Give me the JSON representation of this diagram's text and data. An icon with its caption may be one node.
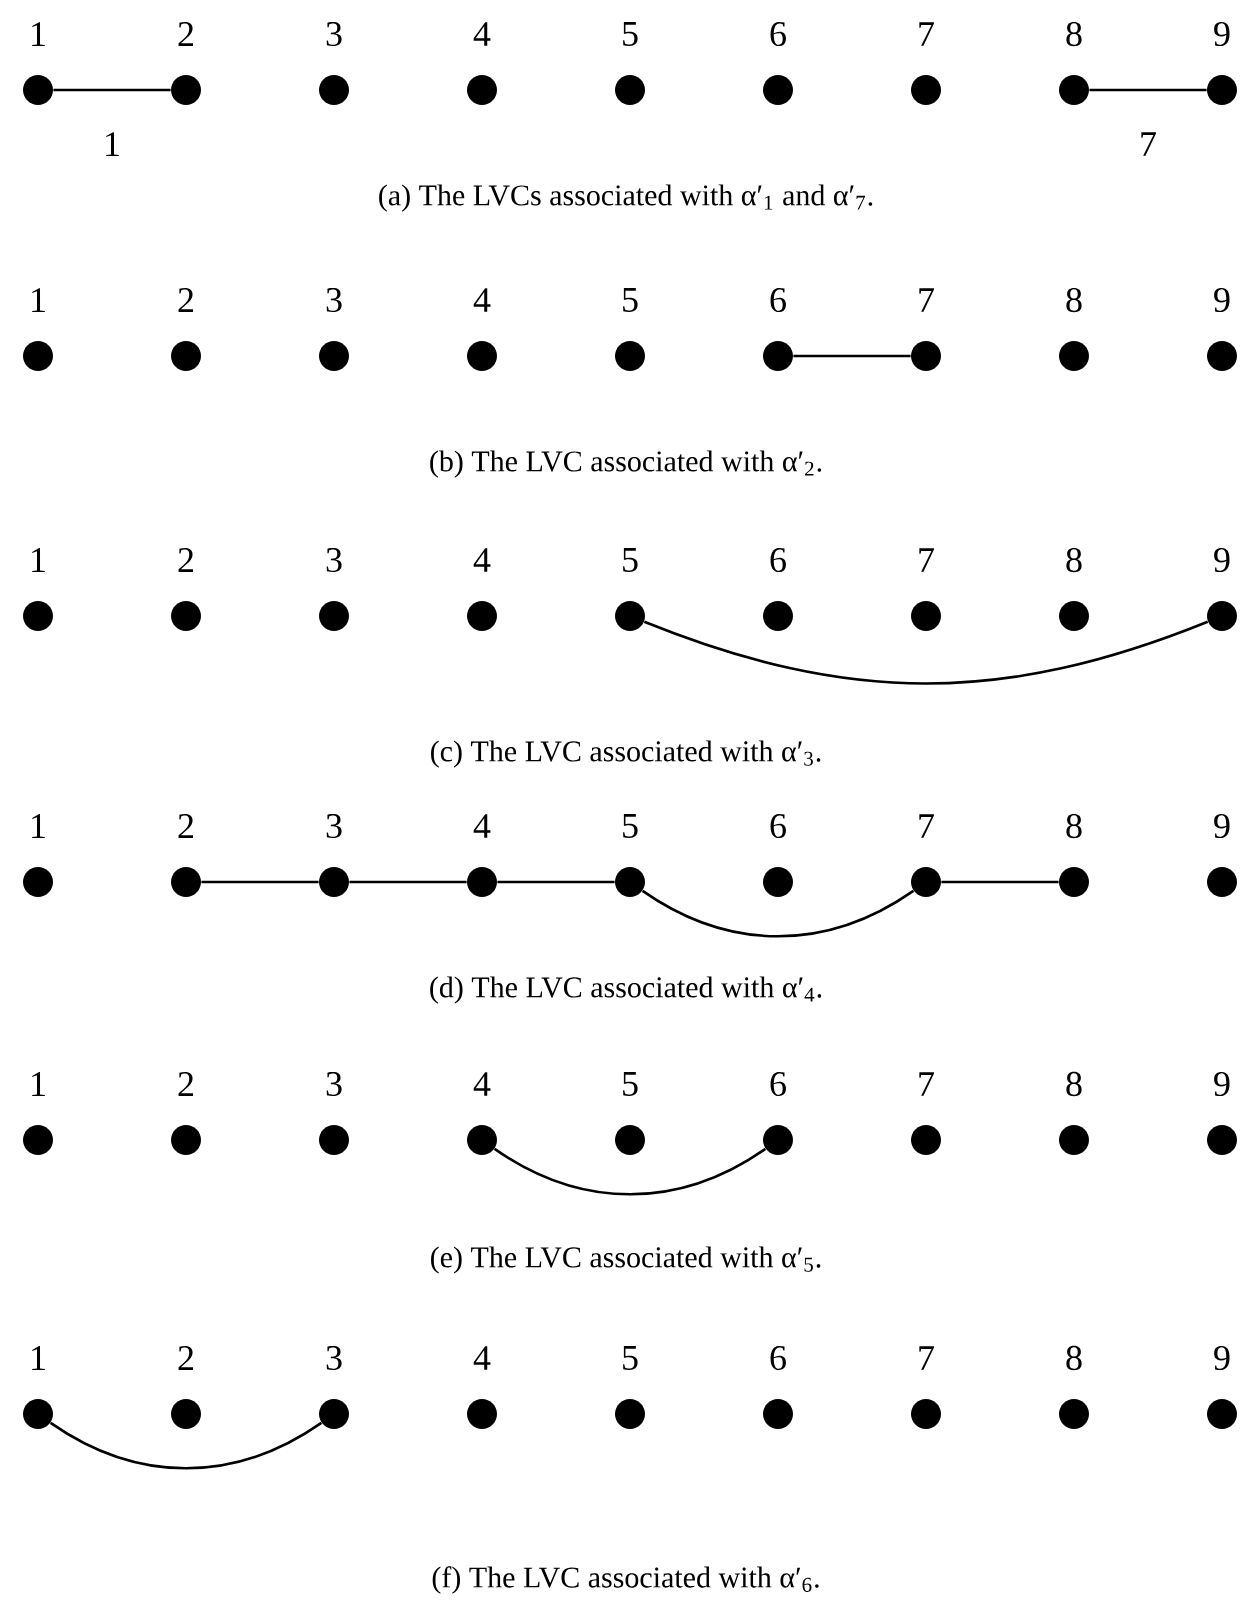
{
  "diagram": {
    "nodes": [
      {
        "text": [
          "1"
        ]
      },
      {
        "text": [
          "2"
        ]
      },
      {
        "text": [
          "3"
        ]
      },
      {
        "text": [
          "4"
        ]
      },
      {
        "text": [
          "5"
        ]
      },
      {
        "text": [
          "6"
        ]
      },
      {
        "text": [
          "7"
        ]
      },
      {
        "text": [
          "8"
        ]
      },
      {
        "text": [
          "9"
        ]
      },
      {
        "text": [
          "1"
        ]
      },
      {
        "text": [
          "2"
        ]
      },
      {
        "text": [
          "3"
        ]
      },
      {
        "text": [
          "4"
        ]
      },
      {
        "text": [
          "5"
        ]
      },
      {
        "text": [
          "6"
        ]
      },
      {
        "text": [
          "7"
        ]
      },
      {
        "text": [
          "8"
        ]
      },
      {
        "text": [
          "9"
        ]
      },
      {
        "text": [
          "1"
        ]
      },
      {
        "text": [
          "2"
        ]
      },
      {
        "text": [
          "3"
        ]
      },
      {
        "text": [
          "4"
        ]
      },
      {
        "text": [
          "5"
        ]
      },
      {
        "text": [
          "6"
        ]
      },
      {
        "text": [
          "7"
        ]
      },
      {
        "text": [
          "8"
        ]
      },
      {
        "text": [
          "9"
        ]
      },
      {
        "text": [
          "1"
        ]
      },
      {
        "text": [
          "2"
        ]
      },
      {
        "text": [
          "3"
        ]
      },
      {
        "text": [
          "4"
        ]
      },
      {
        "text": [
          "5"
        ]
      },
      {
        "text": [
          "6"
        ]
      },
      {
        "text": [
          "7"
        ]
      },
      {
        "text": [
          "8"
        ]
      },
      {
        "text": [
          "9"
        ]
      },
      {
        "text": [
          "1"
        ]
      },
      {
        "text": [
          "2"
        ]
      },
      {
        "text": [
          "3"
        ]
      },
      {
        "text": [
          "4"
        ]
      },
      {
        "text": [
          "5"
        ]
      },
      {
        "text": [
          "6"
        ]
      },
      {
        "text": [
          "7"
        ]
      },
      {
        "text": [
          "8"
        ]
      },
      {
        "text": [
          "9"
        ]
      },
      {
        "text": [
          "1"
        ]
      },
      {
        "text": [
          "2"
        ]
      },
      {
        "text": [
          "3"
        ]
      },
      {
        "text": [
          "4"
        ]
      },
      {
        "text": [
          "5"
        ]
      },
      {
        "text": [
          "6"
        ]
      },
      {
        "text": [
          "7"
        ]
      },
      {
        "text": [
          "8"
        ]
      },
      {
        "text": [
          "9"
        ]
      }
    ],
    "edges": [
      {
        "from": 0,
        "to": 1,
        "arrow": "none",
        "label": "1"
      },
      {
        "from": 7,
        "to": 8,
        "arrow": "none",
        "label": "7"
      },
      {
        "from": 14,
        "to": 15,
        "arrow": "none"
      },
      {
        "from": 22,
        "to": 26,
        "arrow": "none"
      },
      {
        "from": 28,
        "to": 29,
        "arrow": "none"
      },
      {
        "from": 29,
        "to": 30,
        "arrow": "none"
      },
      {
        "from": 30,
        "to": 31,
        "arrow": "none"
      },
      {
        "from": 31,
        "to": 33,
        "arrow": "none"
      },
      {
        "from": 33,
        "to": 34,
        "arrow": "none"
      },
      {
        "from": 39,
        "to": 41,
        "arrow": "none"
      },
      {
        "from": 45,
        "to": 47,
        "arrow": "none"
      }
    ],
    "labels": [
      "(a) The LVCs associated with α′$_{1}$ and α′$_{7}$.",
      "(b) The LVC associated with α′$_{2}$.",
      "(c) The LVC associated with α′$_{3}$.",
      "(d) The LVC associated with α′$_{4}$.",
      "(e) The LVC associated with α′$_{5}$.",
      "(f) The LVC associated with α′$_{6}$."
    ]
  }
}
